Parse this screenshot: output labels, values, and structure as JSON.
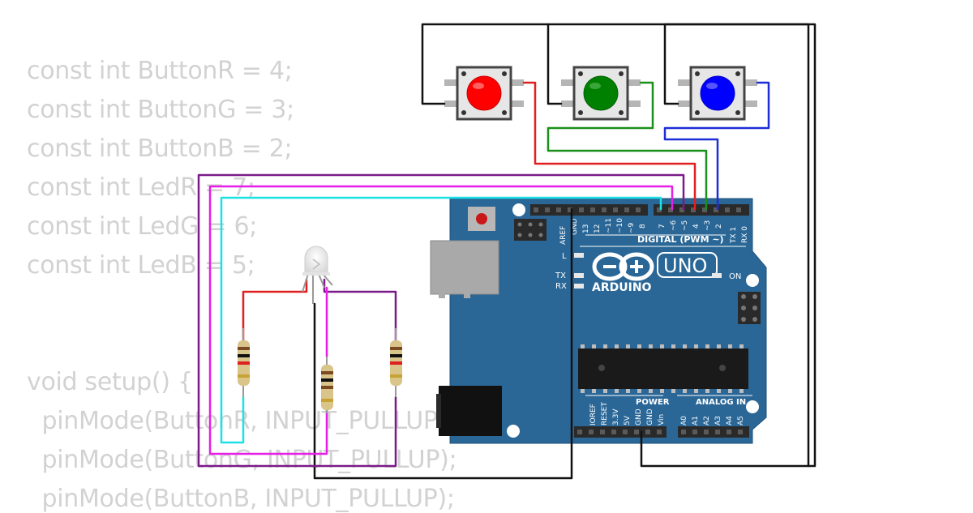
{
  "code_lines": [
    "const int ButtonR = 4;",
    "const int ButtonG = 3;",
    "const int ButtonB = 2;",
    "const int LedR = 7;",
    "const int LedG = 6;",
    "const int LedB = 5;",
    "",
    "void setup() {",
    "  pinMode(ButtonR, INPUT_PULLUP);",
    "  pinMode(ButtonG, INPUT_PULLUP);",
    "  pinMode(ButtonB, INPUT_PULLUP);"
  ],
  "board": {
    "digital_header_label": "DIGITAL (PWM ~)",
    "aref": "AREF",
    "gnd": "GND",
    "digital_pins": [
      "13",
      "12",
      "~11",
      "~10",
      "~9",
      "8",
      "7",
      "~6",
      "~5",
      "4",
      "~3",
      "2",
      "TX 1",
      "RX 0"
    ],
    "logo_text": "ARDUINO",
    "model": "UNO",
    "on_label": "ON",
    "l_label": "L",
    "tx_label": "TX",
    "rx_label": "RX",
    "power_label": "POWER",
    "analog_label": "ANALOG IN",
    "power_pins": [
      "IOREF",
      "RESET",
      "3.3V",
      "5V",
      "GND",
      "GND",
      "Vin"
    ],
    "analog_pins": [
      "A0",
      "A1",
      "A2",
      "A3",
      "A4",
      "A5"
    ]
  },
  "colors": {
    "board": "#2a6797",
    "wire_black": "#111111",
    "wire_red": "#e02020",
    "wire_green": "#1a8f1a",
    "wire_blue": "#1d2ed6",
    "wire_purple": "#7b1a8a",
    "wire_magenta": "#e61ee6",
    "wire_cyan": "#1ee0e6",
    "button_red": "#ff0000",
    "button_green": "#008000",
    "button_blue": "#0000ff",
    "code_text": "#d2d2d2"
  },
  "components": {
    "buttons": [
      {
        "name": "button-red",
        "color": "red"
      },
      {
        "name": "button-green",
        "color": "green"
      },
      {
        "name": "button-blue",
        "color": "blue"
      }
    ],
    "led": "rgb-led",
    "resistors": 3
  }
}
